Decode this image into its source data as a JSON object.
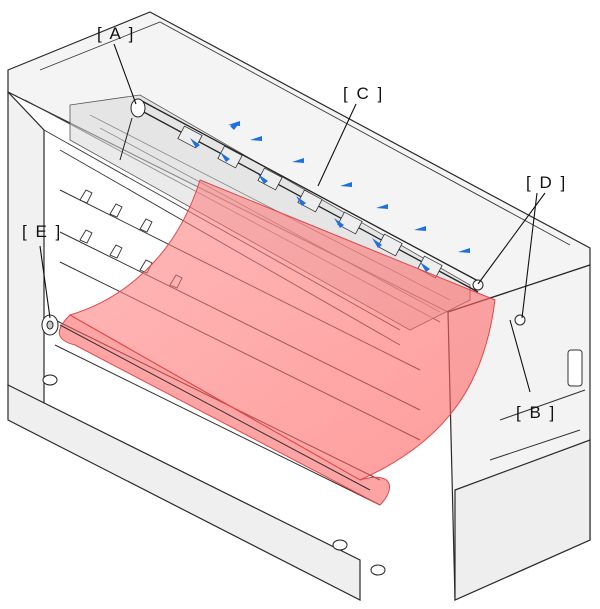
{
  "labels": {
    "a": "[ A ]",
    "b": "[ B ]",
    "c": "[ C ]",
    "d": "[ D ]",
    "e": "[ E ]"
  },
  "colors": {
    "paper_fill": "#ff6b6b",
    "paper_edge": "#e04848",
    "arrow": "#1f6fe0",
    "line": "#2a2a2a",
    "body": "#f6f6f6"
  },
  "icons": [
    "blue-press-arrow-icon"
  ]
}
